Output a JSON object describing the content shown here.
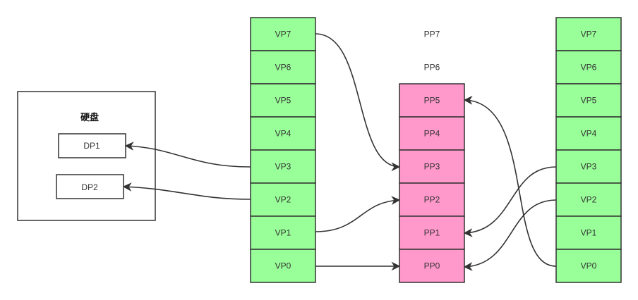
{
  "disk": {
    "title": "硬盘",
    "pages": [
      "DP1",
      "DP2"
    ]
  },
  "left_virtual": {
    "pages": [
      "VP7",
      "VP6",
      "VP5",
      "VP4",
      "VP3",
      "VP2",
      "VP1",
      "VP0"
    ],
    "color": "#99ff99"
  },
  "physical": {
    "pages": [
      "PP7",
      "PP6",
      "PP5",
      "PP4",
      "PP3",
      "PP2",
      "PP1",
      "PP0"
    ],
    "empty": [
      "PP7",
      "PP6"
    ],
    "color": "#ff99cc"
  },
  "right_virtual": {
    "pages": [
      "VP7",
      "VP6",
      "VP5",
      "VP4",
      "VP3",
      "VP2",
      "VP1",
      "VP0"
    ],
    "color": "#99ff99"
  },
  "mappings": [
    {
      "from": "left.VP7",
      "to": "phys.PP3"
    },
    {
      "from": "left.VP3",
      "to": "disk.DP1"
    },
    {
      "from": "left.VP2",
      "to": "disk.DP2"
    },
    {
      "from": "left.VP1",
      "to": "phys.PP2"
    },
    {
      "from": "left.VP0",
      "to": "phys.PP0"
    },
    {
      "from": "right.VP3",
      "to": "phys.PP1"
    },
    {
      "from": "right.VP2",
      "to": "phys.PP0"
    },
    {
      "from": "right.VP0",
      "to": "phys.PP5"
    }
  ],
  "colors": {
    "stroke": "#333333",
    "arrow": "#333333"
  }
}
